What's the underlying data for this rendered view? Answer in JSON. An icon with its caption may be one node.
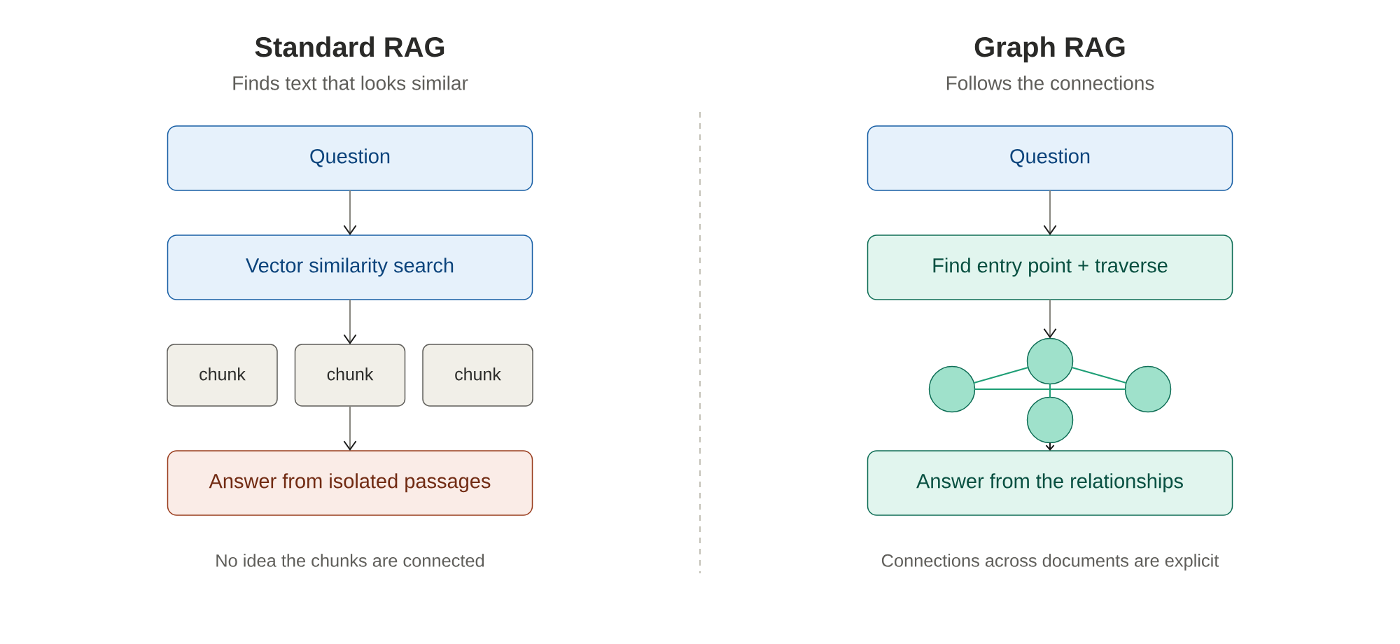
{
  "diagram": {
    "nodes": [
      {
        "text": [
          "Question"
        ]
      },
      {
        "text": [
          "Vector similarity search"
        ]
      },
      {
        "text": [
          "chunk"
        ]
      },
      {
        "text": [
          "chunk"
        ]
      },
      {
        "text": [
          "chunk"
        ]
      },
      {
        "text": [
          "Answer from isolated passages"
        ]
      },
      {
        "text": [
          "Question"
        ]
      },
      {
        "text": [
          "Find entry point + traverse"
        ]
      },
      {
        "text": [],
        "shape": "circle"
      },
      {
        "text": [],
        "shape": "circle"
      },
      {
        "text": [],
        "shape": "circle"
      },
      {
        "text": [],
        "shape": "circle"
      },
      {
        "text": [
          "Answer from the relationships"
        ]
      }
    ],
    "edges": [
      {
        "from": 0,
        "to": 1,
        "arrow": "to"
      },
      {
        "from": 1,
        "to": 3,
        "arrow": "to"
      },
      {
        "from": 3,
        "to": 5,
        "arrow": "to"
      },
      {
        "from": 6,
        "to": 7,
        "arrow": "to"
      },
      {
        "from": 7,
        "to": 9,
        "arrow": "to"
      },
      {
        "from": 9,
        "to": 8,
        "arrow": "none",
        "color": "#1d9e75"
      },
      {
        "from": 9,
        "to": 11,
        "arrow": "none",
        "color": "#1d9e75"
      },
      {
        "from": 8,
        "to": 11,
        "arrow": "none",
        "color": "#1d9e75"
      },
      {
        "from": 9,
        "to": 10,
        "arrow": "none",
        "color": "#1d9e75"
      },
      {
        "from": 10,
        "to": 12,
        "arrow": "to",
        "color": "#1a1a1a"
      }
    ],
    "labels": [
      "Standard RAG",
      "Finds text that looks similar",
      "Graph RAG",
      "Follows the connections",
      "No idea the chunks are connected",
      "Connections across documents are explicit"
    ]
  }
}
